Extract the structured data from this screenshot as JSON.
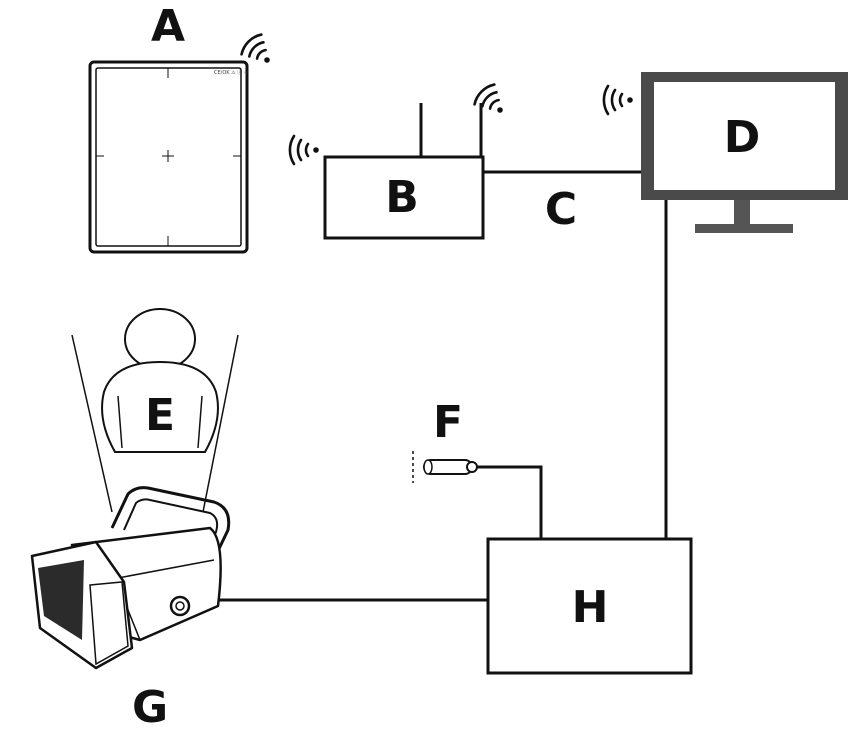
{
  "labels": {
    "A": "A",
    "B": "B",
    "C": "C",
    "D": "D",
    "E": "E",
    "F": "F",
    "G": "G",
    "H": "H"
  },
  "detector_marking": "CE/OK ⚠ ⓘ ♲",
  "colors": {
    "stroke": "#111111",
    "monitor_frame": "#4a4a4a",
    "monitor_stand": "#555555",
    "tube_window": "#2b2b2b",
    "background": "#ffffff"
  },
  "icons": [
    "wifi-icon",
    "router-antenna",
    "monitor-icon",
    "patient-figure-icon",
    "xray-tube-icon",
    "portable-xray-unit-icon",
    "flat-panel-detector-icon"
  ]
}
